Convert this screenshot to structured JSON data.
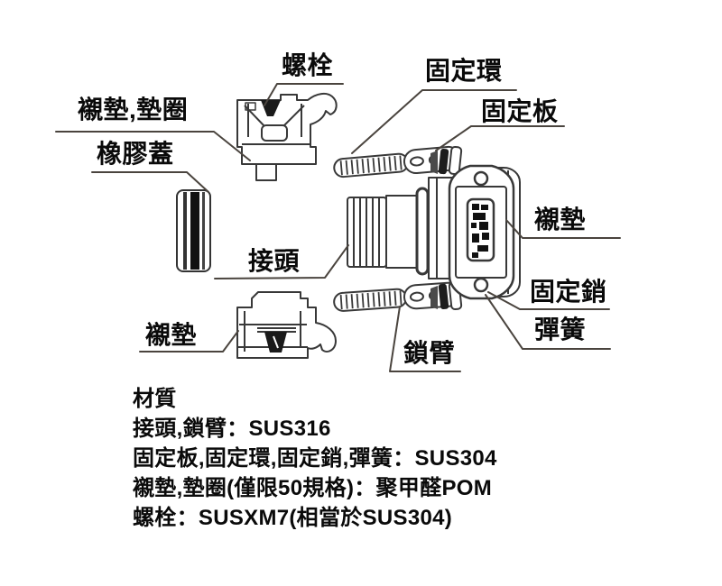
{
  "diagram": {
    "labels": {
      "bolt": "螺栓",
      "gasket_washer": "襯墊,墊圈",
      "rubber_cover": "橡膠蓋",
      "fixing_ring": "固定環",
      "fixing_plate": "固定板",
      "coupler": "接頭",
      "gasket_left": "襯墊",
      "lock_arm": "鎖臂",
      "gasket_right": "襯墊",
      "fixing_pin": "固定銷",
      "spring": "彈簧"
    },
    "materials": {
      "title": "材質",
      "lines": [
        "接頭,鎖臂：SUS316",
        "固定板,固定環,固定銷,彈簧：SUS304",
        "襯墊,墊圈(僅限50規格)：聚甲醛POM",
        "螺栓：SUSXM7(相當於SUS304)"
      ]
    },
    "colors": {
      "background": "#ffffff",
      "drawing_line": "#383838",
      "leader_line": "#4a443e",
      "text": "#0a0a0a",
      "dark_fill": "#1a1a1a"
    }
  }
}
